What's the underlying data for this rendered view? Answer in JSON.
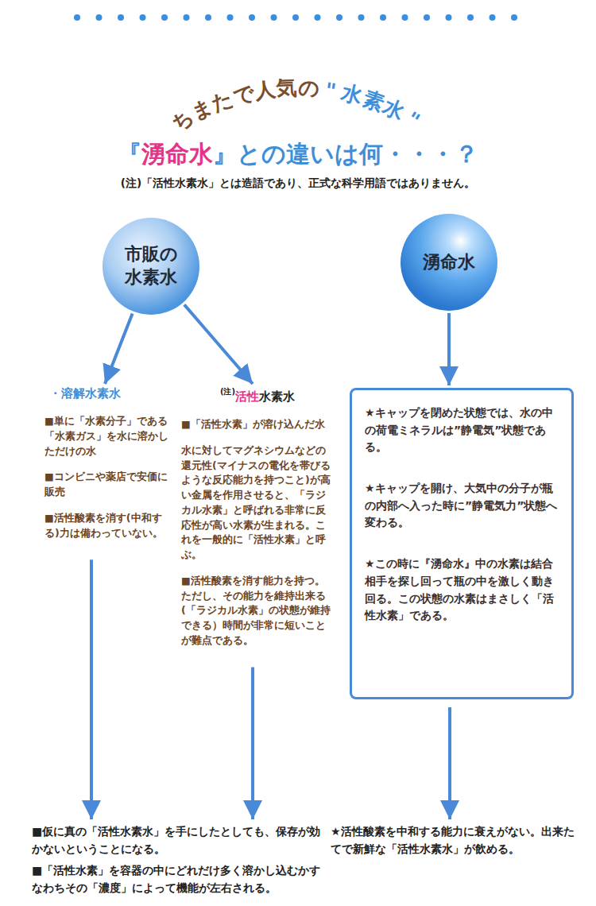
{
  "diagram": {
    "title": "『湧命水』との違いは何・・・？",
    "nodes": [
      {
        "text": [
          "市販の水素水"
        ]
      },
      {
        "text": [
          "湧命水"
        ]
      },
      {
        "text": [
          "・溶解水素水",
          "■単に「水素分子」である「水素ガス」を水に溶かしただけの水",
          "■コンビニや薬店で安価に販売",
          "■活性酸素を消す(中和する)力は備わっていない。"
        ]
      },
      {
        "text": [
          "(注)",
          "活性水素水",
          "■「活性水素」が溶け込んだ水",
          "水に対してマグネシウムなどの還元性(マイナスの電化を帯びるような反応能力を持つこと)が高い金属を作用させると、「ラジカル水素」と呼ばれる非常に反応性が高い水素が生まれる。これを一般的に「活性水素」と呼ぶ。",
          "■活性酸素を消す能力を持つ。ただし、その能力を維持出来る(「ラジカル水素」の状態が維持できる）時間が非常に短いことが難点である。"
        ]
      },
      {
        "text": [
          "★キャップを閉めた状態では、水の中の荷電ミネラルは”静電気”状態である。",
          "★キャップを開け、大気中の分子が瓶の内部へ入った時に”静電気力”状態へ変わる。",
          "★この時に『湧命水』中の水素は結合相手を探し回って瓶の中を激しく動き回る。この状態の水素はまさしく「活性水素」である。"
        ]
      },
      {
        "text": [
          "■仮に真の「活性水素水」を手にしたとしても、保存が効かないということになる。",
          "■「活性水素」を容器の中にどれだけ多く溶かし込むかすなわちその「濃度」によって機能が左右される。"
        ]
      },
      {
        "text": [
          "★活性酸素を中和する能力に衰えがない。出来たてで新鮮な「活性水素水」が飲める。"
        ]
      }
    ],
    "edges": [
      {
        "from": 0,
        "to": 2,
        "arrow": "to"
      },
      {
        "from": 0,
        "to": 3,
        "arrow": "to"
      },
      {
        "from": 1,
        "to": 4,
        "arrow": "to"
      },
      {
        "from": 2,
        "to": 5,
        "arrow": "to"
      },
      {
        "from": 3,
        "to": 5,
        "arrow": "to"
      },
      {
        "from": 4,
        "to": 6,
        "arrow": "to"
      }
    ],
    "labels": [
      "ちまたで人気の\"水素水\"",
      "(注)「活性水素水」とは造語であり、正式な科学用語ではありません。"
    ]
  }
}
